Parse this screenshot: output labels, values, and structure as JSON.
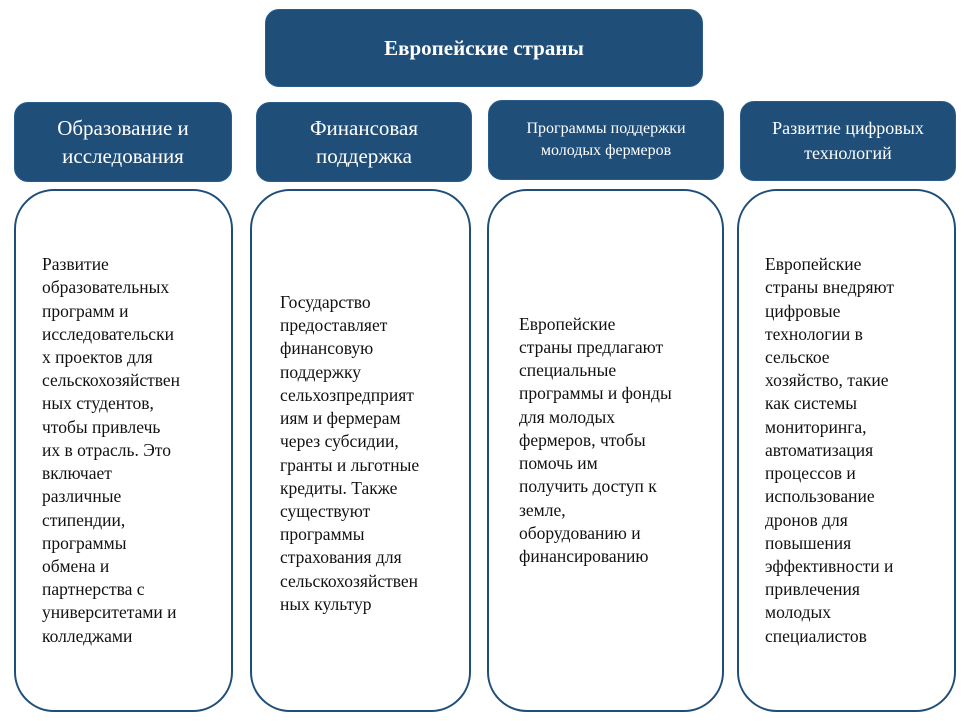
{
  "title": "Европейские страны",
  "columns": [
    {
      "header": [
        "Образование и",
        "исследования"
      ],
      "body": [
        "Развитие",
        "образовательных",
        "программ и",
        "исследовательски",
        "х проектов для",
        "сельскохозяйствен",
        "ных студентов,",
        "чтобы привлечь",
        "их в отрасль. Это",
        "включает",
        "различные",
        "стипендии,",
        "программы",
        "обмена и",
        "партнерства с",
        "университетами и",
        "колледжами"
      ]
    },
    {
      "header": [
        "Финансовая",
        "поддержка"
      ],
      "body": [
        "Государство",
        "предоставляет",
        "финансовую",
        "поддержку",
        "сельхозпредприят",
        "иям и фермерам",
        "через субсидии,",
        "гранты и льготные",
        "кредиты. Также",
        "существуют",
        "программы",
        "страхования для",
        "сельскохозяйствен",
        "ных культур"
      ]
    },
    {
      "header": [
        "Программы поддержки",
        "молодых фермеров"
      ],
      "body": [
        "Европейские",
        "страны предлагают",
        "специальные",
        "программы и фонды",
        "для молодых",
        "фермеров, чтобы",
        "помочь им",
        "получить доступ к",
        "земле,",
        "оборудованию и",
        "финансированию"
      ]
    },
    {
      "header": [
        "Развитие цифровых",
        "технологий"
      ],
      "body": [
        "Европейские",
        "страны внедряют",
        "цифровые",
        "технологии в",
        "сельское",
        "хозяйство, такие",
        "как системы",
        "мониторинга,",
        "автоматизация",
        "процессов и",
        "использование",
        "дронов для",
        "повышения",
        "эффективности и",
        "привлечения",
        "молодых",
        "специалистов"
      ]
    }
  ]
}
